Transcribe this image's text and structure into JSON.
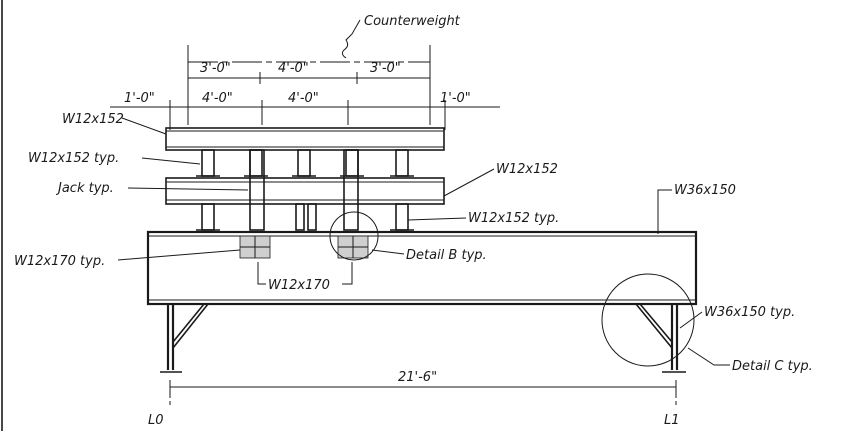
{
  "dimensions": {
    "top_row": [
      "3'-0\"",
      "4'-0\"",
      "3'-0\""
    ],
    "second_row": [
      "1'-0\"",
      "4'-0\"",
      "4'-0\"",
      "1'-0\""
    ],
    "span": "21'-6\""
  },
  "labels": {
    "counterweight": "Counterweight",
    "top_beam": "W12x152",
    "typ_post_upper": "W12x152 typ.",
    "jack": "Jack typ.",
    "mid_beam": "W12x152",
    "lower_post_typ": "W12x152 typ.",
    "main_beam": "W36x150",
    "w12x170_left": "W12x170 typ.",
    "w12x170_bottom": "W12x170",
    "detail_b": "Detail B typ.",
    "w36_typ": "W36x150 typ.",
    "detail_c": "Detail C typ."
  },
  "grid_marks": {
    "left": "L0",
    "right": "L1"
  }
}
